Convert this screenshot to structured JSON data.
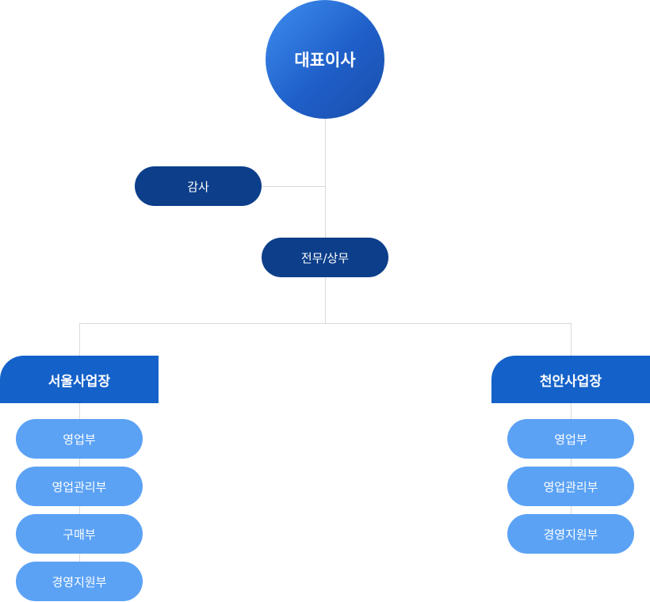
{
  "ceo": {
    "label": "대표이사"
  },
  "audit": {
    "label": "감사"
  },
  "executive": {
    "label": "전무/상무"
  },
  "seoul": {
    "label": "서울사업장",
    "departments": [
      "영업부",
      "영업관리부",
      "구매부",
      "경영지원부"
    ]
  },
  "cheonan": {
    "label": "천안사업장",
    "departments": [
      "영업부",
      "영업관리부",
      "경영지원부"
    ]
  },
  "colors": {
    "ceo_gradient_start": "#3f8ef0",
    "ceo_gradient_end": "#1a4eaa",
    "dark_pill": "#0c3e8a",
    "site_header": "#1461c9",
    "department_pill": "#5ba2f5",
    "connector": "#d9d9d9"
  }
}
